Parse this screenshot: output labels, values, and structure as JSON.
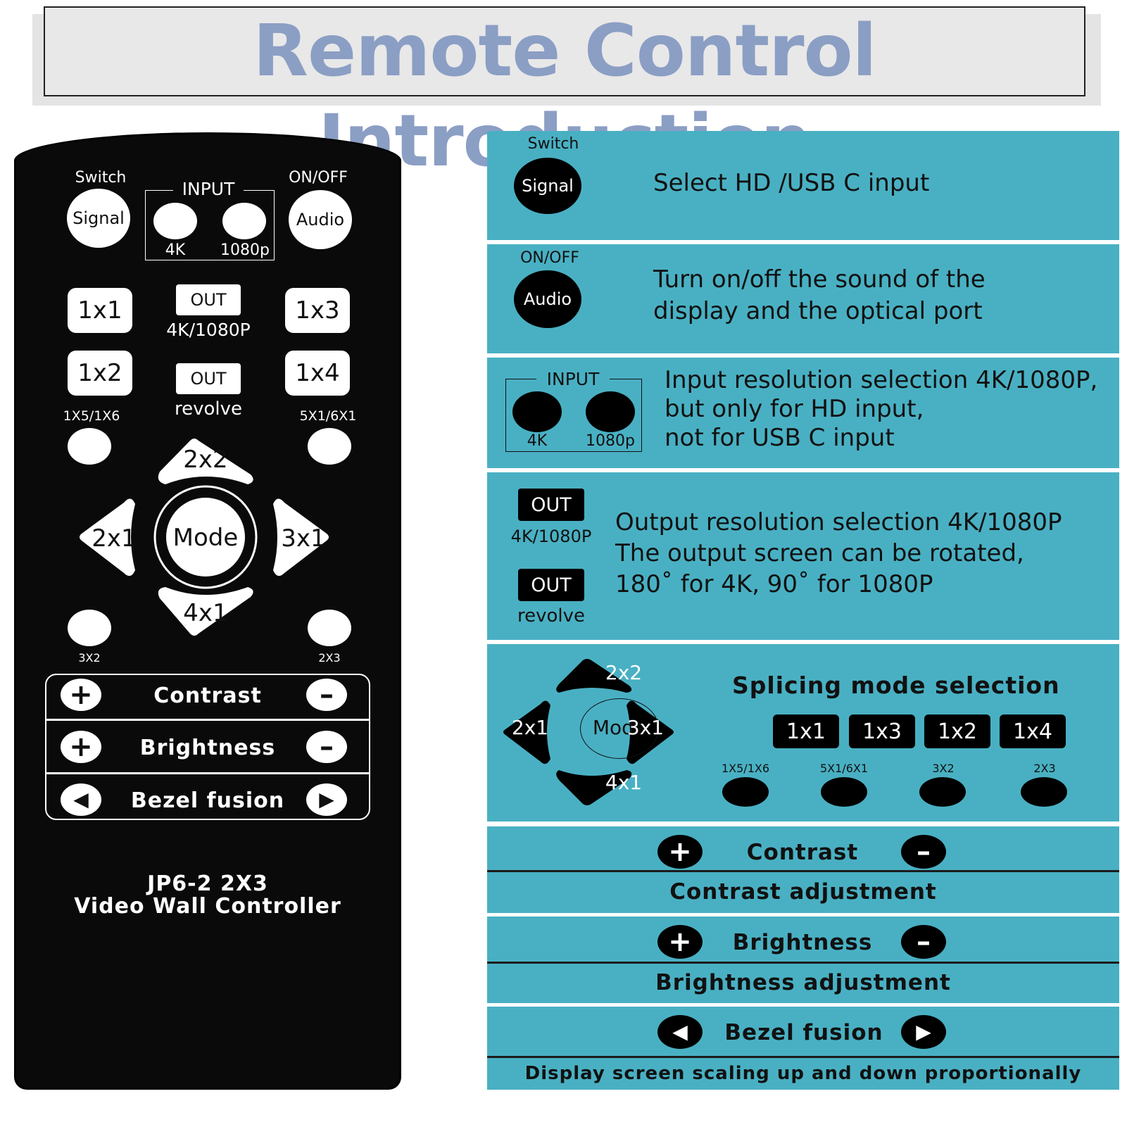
{
  "title": "Remote Control Introduction",
  "remote": {
    "switch_label": "Switch",
    "signal": "Signal",
    "input_label": "INPUT",
    "res_4k": "4K",
    "res_1080p": "1080p",
    "onoff_label": "ON/OFF",
    "audio": "Audio",
    "b1x1": "1x1",
    "b1x3": "1x3",
    "b1x2": "1x2",
    "b1x4": "1x4",
    "out": "OUT",
    "out_4k_label": "4K/1080P",
    "out_revolve_label": "revolve",
    "l1x5": "1X5/1X6",
    "l5x1": "5X1/6X1",
    "l3x2": "3X2",
    "l2x3": "2X3",
    "b2x2": "2x2",
    "b2x1": "2x1",
    "b3x1": "3x1",
    "b4x1": "4x1",
    "mode": "Mode",
    "contrast": "Contrast",
    "brightness": "Brightness",
    "bezel": "Bezel fusion",
    "model_line1": "JP6-2 2X3",
    "model_line2": "Video Wall Controller"
  },
  "panels": {
    "switch": {
      "top_label": "Switch",
      "button": "Signal",
      "text": "Select HD     /USB C input"
    },
    "audio": {
      "top_label": "ON/OFF",
      "button": "Audio",
      "line1": "Turn on/off the sound of the",
      "line2": "display and the optical port"
    },
    "input": {
      "frame_label": "INPUT",
      "res_4k": "4K",
      "res_1080p": "1080p",
      "line1": "Input resolution selection 4K/1080P,",
      "line2": "but only for HD      input,",
      "line3": "not for USB C input"
    },
    "output": {
      "chip": "OUT",
      "chip_label_1": "4K/1080P",
      "chip_label_2": "revolve",
      "line1": "Output resolution selection 4K/1080P",
      "line2": "The output screen can be rotated,",
      "line3": "180˚ for 4K, 90˚ for 1080P"
    },
    "splicing": {
      "heading": "Splicing mode selection",
      "b2x2": "2x2",
      "b2x1": "2x1",
      "b3x1": "3x1",
      "b4x1": "4x1",
      "mode": "Mode",
      "buttons": [
        "1x1",
        "1x3",
        "1x2",
        "1x4"
      ],
      "small": [
        "1X5/1X6",
        "5X1/6X1",
        "3X2",
        "2X3"
      ]
    },
    "contrast": {
      "label": "Contrast",
      "desc": "Contrast adjustment"
    },
    "brightness": {
      "label": "Brightness",
      "desc": "Brightness adjustment"
    },
    "bezel": {
      "label": "Bezel fusion",
      "desc": "Display screen scaling up and down proportionally"
    }
  }
}
